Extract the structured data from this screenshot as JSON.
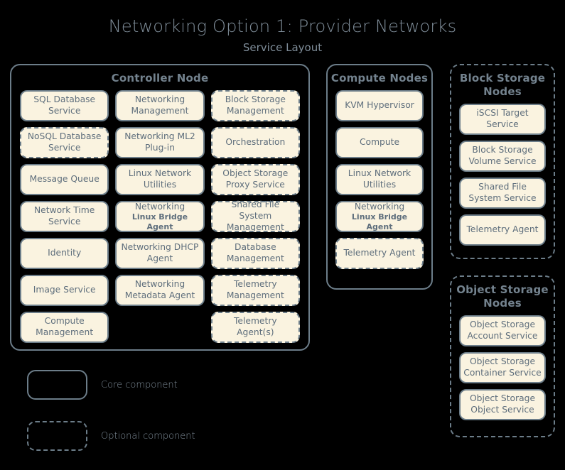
{
  "header": {
    "title": "Networking Option 1: Provider Networks",
    "subtitle": "Service Layout"
  },
  "nodes": {
    "controller": {
      "title": "Controller Node",
      "optional": false,
      "columns": [
        [
          {
            "label": "SQL Database Service",
            "optional": false
          },
          {
            "label": "NoSQL Database Service",
            "optional": true
          },
          {
            "label": "Message Queue",
            "optional": false
          },
          {
            "label": "Network Time Service",
            "optional": false
          },
          {
            "label": "Identity",
            "optional": false
          },
          {
            "label": "Image Service",
            "optional": false
          },
          {
            "label": "Compute Management",
            "optional": false
          }
        ],
        [
          {
            "label": "Networking Management",
            "optional": false
          },
          {
            "label": "Networking ML2 Plug-in",
            "optional": false
          },
          {
            "label": "Linux Network Utilities",
            "optional": false
          },
          {
            "label": "Networking",
            "sublabel": "Linux Bridge Agent",
            "optional": false
          },
          {
            "label": "Networking DHCP Agent",
            "optional": false
          },
          {
            "label": "Networking Metadata Agent",
            "optional": false
          },
          {
            "label": "",
            "empty": true
          }
        ],
        [
          {
            "label": "Block Storage Management",
            "optional": true
          },
          {
            "label": "Orchestration",
            "optional": true
          },
          {
            "label": "Object Storage Proxy Service",
            "optional": true
          },
          {
            "label": "Shared File System Management",
            "optional": true
          },
          {
            "label": "Database Management",
            "optional": true
          },
          {
            "label": "Telemetry Management",
            "optional": true
          },
          {
            "label": "Telemetry Agent(s)",
            "optional": true
          }
        ]
      ]
    },
    "compute": {
      "title": "Compute Nodes",
      "optional": false,
      "items": [
        {
          "label": "KVM Hypervisor",
          "optional": false
        },
        {
          "label": "Compute",
          "optional": false
        },
        {
          "label": "Linux Network Utilities",
          "optional": false
        },
        {
          "label": "Networking",
          "sublabel": "Linux Bridge Agent",
          "optional": false
        },
        {
          "label": "Telemetry Agent",
          "optional": true
        }
      ]
    },
    "block_storage": {
      "title": "Block Storage Nodes",
      "optional": true,
      "items": [
        {
          "label": "iSCSI Target Service",
          "optional": false
        },
        {
          "label": "Block Storage Volume Service",
          "optional": false
        },
        {
          "label": "Shared File System Service",
          "optional": false
        },
        {
          "label": "Telemetry Agent",
          "optional": false
        }
      ]
    },
    "object_storage": {
      "title": "Object Storage Nodes",
      "optional": true,
      "items": [
        {
          "label": "Object Storage Account Service",
          "optional": false
        },
        {
          "label": "Object Storage Container Service",
          "optional": false
        },
        {
          "label": "Object Storage Object Service",
          "optional": false
        }
      ]
    }
  },
  "legend": {
    "items": [
      {
        "label": "Core component",
        "optional": false
      },
      {
        "label": "Optional component",
        "optional": true
      }
    ]
  },
  "colors": {
    "background": "#000000",
    "chip_fill": "#faf3e0",
    "stroke": "#6c7d89",
    "heading_text": "#73828e",
    "title_text": "#7f8d99",
    "chip_text": "#5e6e7c"
  }
}
